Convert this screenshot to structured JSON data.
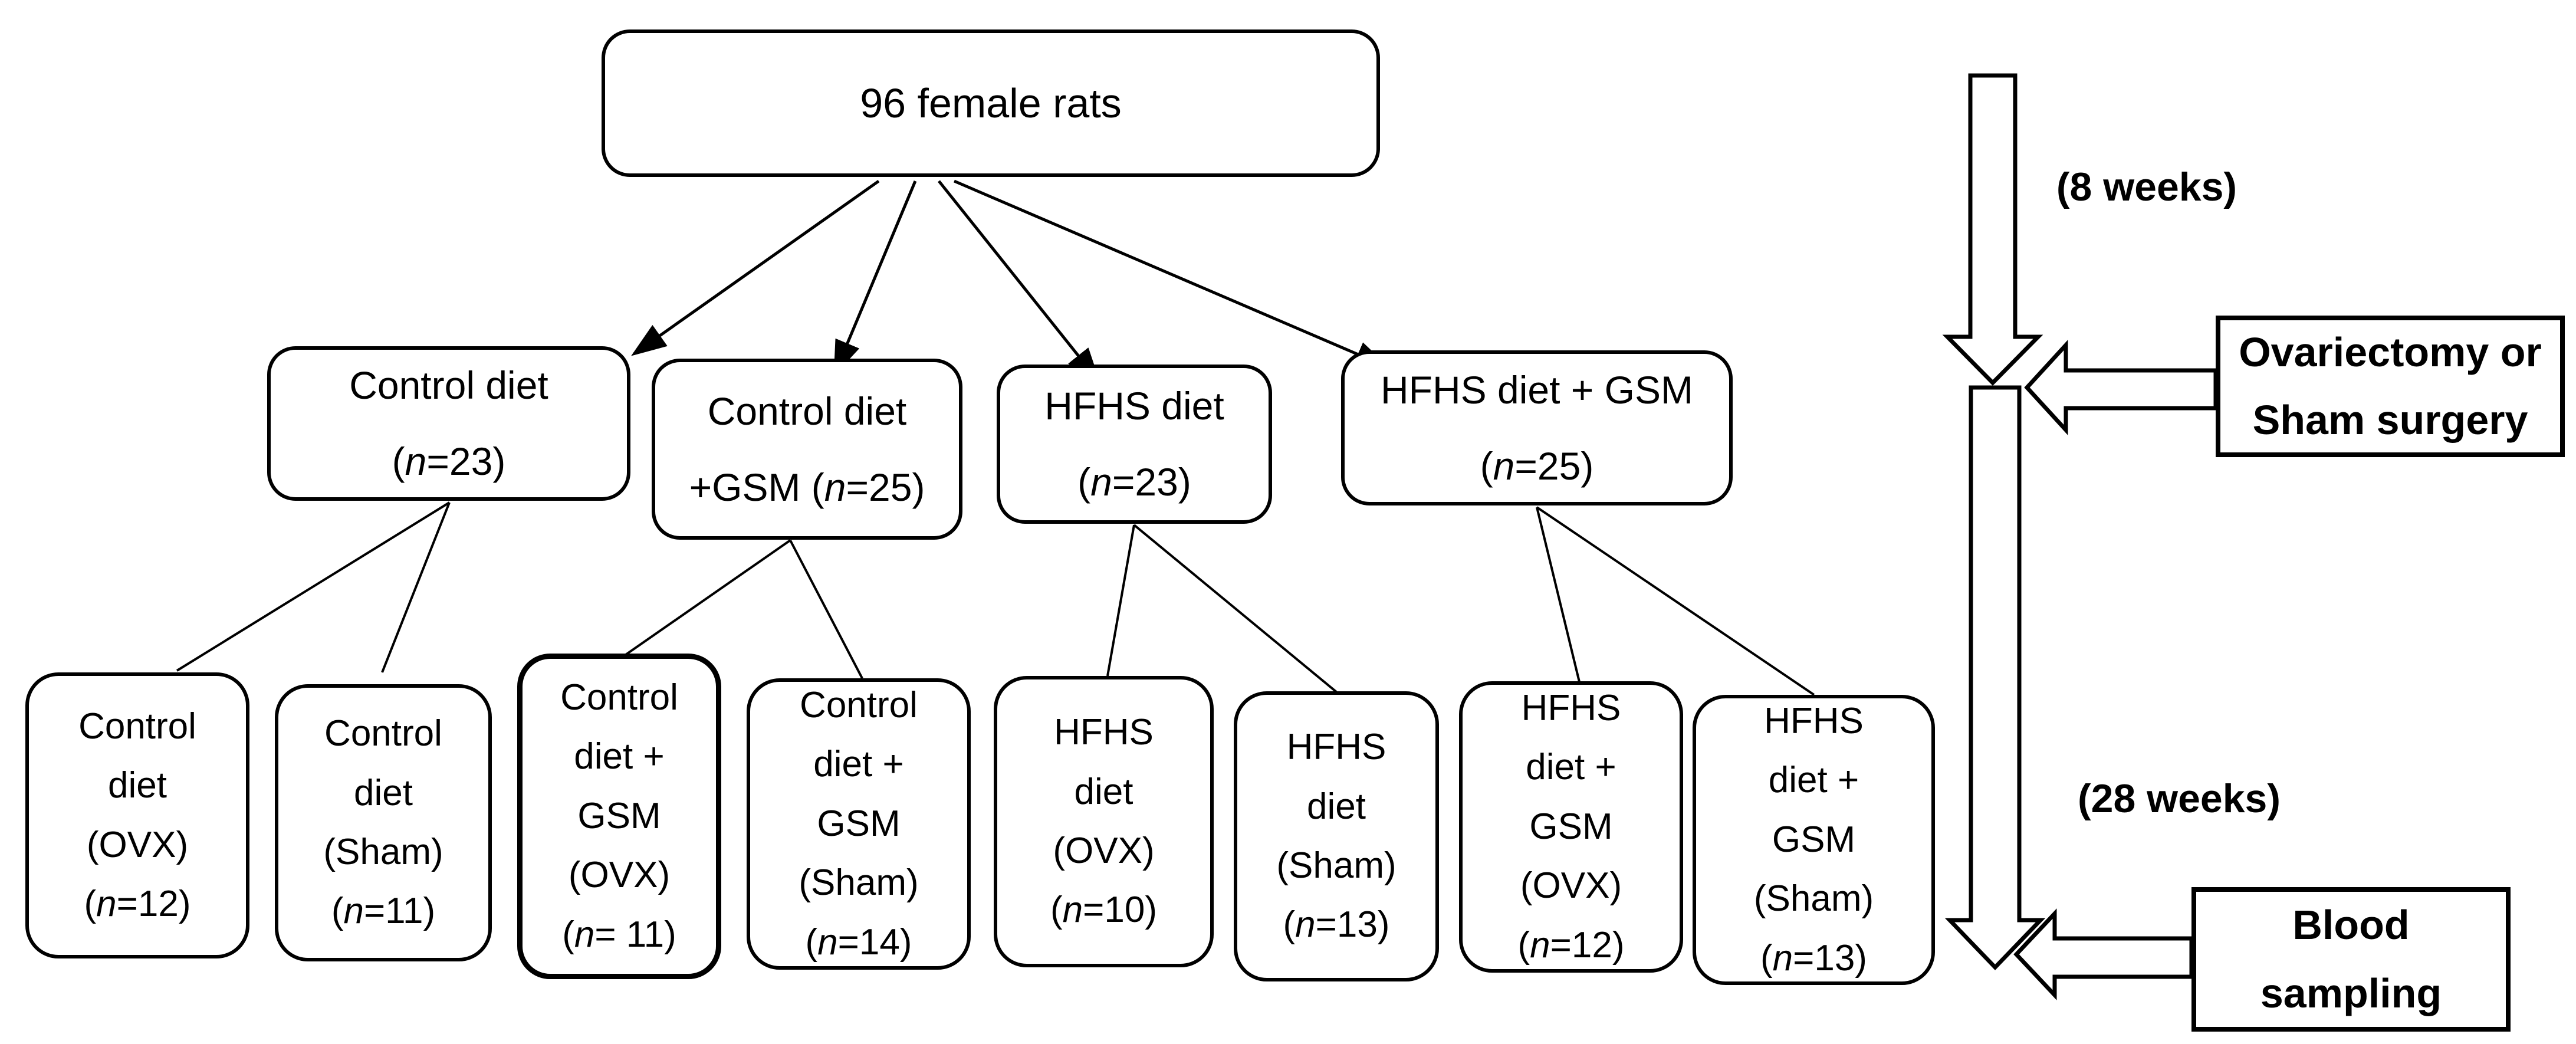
{
  "figure": {
    "title_box": {
      "label": "96 female rats"
    },
    "level2_groups": [
      {
        "lines": [
          "Control diet",
          "(n=23)"
        ]
      },
      {
        "lines": [
          "Control diet",
          "+GSM (n=25)"
        ]
      },
      {
        "lines": [
          "HFHS diet",
          "(n=23)"
        ]
      },
      {
        "lines": [
          "HFHS diet + GSM",
          "(n=25)"
        ]
      }
    ],
    "level3_subgroups": [
      {
        "lines": [
          "Control",
          "diet",
          "(OVX)",
          "(n=12)"
        ]
      },
      {
        "lines": [
          "Control",
          "diet",
          "(Sham)",
          "(n=11)"
        ]
      },
      {
        "lines": [
          "Control",
          "diet +",
          "GSM",
          "(OVX)",
          "(n= 11)"
        ]
      },
      {
        "lines": [
          "Control",
          "diet +",
          "GSM",
          "(Sham)",
          "(n=14)"
        ]
      },
      {
        "lines": [
          "HFHS",
          "diet",
          "(OVX)",
          "(n=10)"
        ]
      },
      {
        "lines": [
          "HFHS",
          "diet",
          "(Sham)",
          "(n=13)"
        ]
      },
      {
        "lines": [
          "HFHS",
          "diet +",
          "GSM",
          "(OVX)",
          "(n=12)"
        ]
      },
      {
        "lines": [
          "HFHS",
          "diet +",
          "GSM",
          "(Sham)",
          "(n=13)"
        ]
      }
    ],
    "timeline": {
      "phase1_duration": "(8 weeks)",
      "phase2_duration": "(28 weeks)",
      "surgery_event": {
        "lines": [
          "Ovariectomy or",
          "Sham surgery"
        ]
      },
      "blood_event": {
        "lines": [
          "Blood",
          "sampling"
        ]
      }
    },
    "colors": {
      "line": "#000000",
      "box_fill": "#ffffff",
      "text": "#000000",
      "background": "#ffffff"
    }
  }
}
